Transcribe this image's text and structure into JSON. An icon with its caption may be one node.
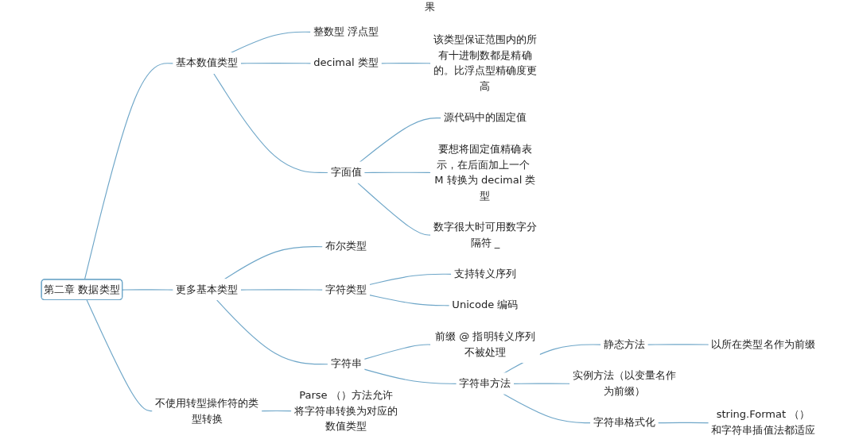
{
  "diagram": {
    "nodes": [
      {
        "text": [
          "第二章 数据类型"
        ]
      },
      {
        "text": [
          "基本数值类型"
        ]
      },
      {
        "text": [
          "整数型 浮点型"
        ]
      },
      {
        "text": [
          "decimal 类型"
        ]
      },
      {
        "text": [
          "该类型保证范围内的所有十进制数都是精确的。比浮点型精确度更高"
        ]
      },
      {
        "text": [
          "字面值"
        ]
      },
      {
        "text": [
          "源代码中的固定值"
        ]
      },
      {
        "text": [
          "要想将固定值精确表示，在后面加上一个 M 转换为 decimal 类型"
        ]
      },
      {
        "text": [
          "数字很大时可用数字分隔符 _"
        ]
      },
      {
        "text": [
          "更多基本类型"
        ]
      },
      {
        "text": [
          "布尔类型"
        ]
      },
      {
        "text": [
          "字符类型"
        ]
      },
      {
        "text": [
          "支持转义序列"
        ]
      },
      {
        "text": [
          "Unicode 编码"
        ]
      },
      {
        "text": [
          "字符串"
        ]
      },
      {
        "text": [
          "前缀 @ 指明转义序列不被处理"
        ]
      },
      {
        "text": [
          "字符串方法"
        ]
      },
      {
        "text": [
          "静态方法"
        ]
      },
      {
        "text": [
          "以所在类型名作为前缀"
        ]
      },
      {
        "text": [
          "实例方法（以变量名作为前缀）"
        ]
      },
      {
        "text": [
          "字符串格式化"
        ]
      },
      {
        "text": [
          "string.Format （）和字符串插值法都适应"
        ]
      },
      {
        "text": [
          "不使用转型操作符的类型转换"
        ]
      },
      {
        "text": [
          "Parse （）方法允许将字符串转换为对应的数值类型"
        ]
      }
    ],
    "edges": [
      {
        "from": 0,
        "to": 1,
        "arrow": "none"
      },
      {
        "from": 1,
        "to": 2,
        "arrow": "none"
      },
      {
        "from": 1,
        "to": 3,
        "arrow": "none"
      },
      {
        "from": 3,
        "to": 4,
        "arrow": "none"
      },
      {
        "from": 1,
        "to": 5,
        "arrow": "none"
      },
      {
        "from": 5,
        "to": 6,
        "arrow": "none"
      },
      {
        "from": 5,
        "to": 7,
        "arrow": "none"
      },
      {
        "from": 5,
        "to": 8,
        "arrow": "none"
      },
      {
        "from": 0,
        "to": 9,
        "arrow": "none"
      },
      {
        "from": 9,
        "to": 10,
        "arrow": "none"
      },
      {
        "from": 9,
        "to": 11,
        "arrow": "none"
      },
      {
        "from": 11,
        "to": 12,
        "arrow": "none"
      },
      {
        "from": 11,
        "to": 13,
        "arrow": "none"
      },
      {
        "from": 9,
        "to": 14,
        "arrow": "none"
      },
      {
        "from": 14,
        "to": 15,
        "arrow": "none"
      },
      {
        "from": 14,
        "to": 16,
        "arrow": "none"
      },
      {
        "from": 16,
        "to": 17,
        "arrow": "none"
      },
      {
        "from": 17,
        "to": 18,
        "arrow": "none"
      },
      {
        "from": 16,
        "to": 19,
        "arrow": "none"
      },
      {
        "from": 16,
        "to": 20,
        "arrow": "none"
      },
      {
        "from": 20,
        "to": 21,
        "arrow": "none"
      },
      {
        "from": 0,
        "to": 22,
        "arrow": "none"
      },
      {
        "from": 22,
        "to": 23,
        "arrow": "none"
      }
    ],
    "labels": [
      "果"
    ]
  }
}
